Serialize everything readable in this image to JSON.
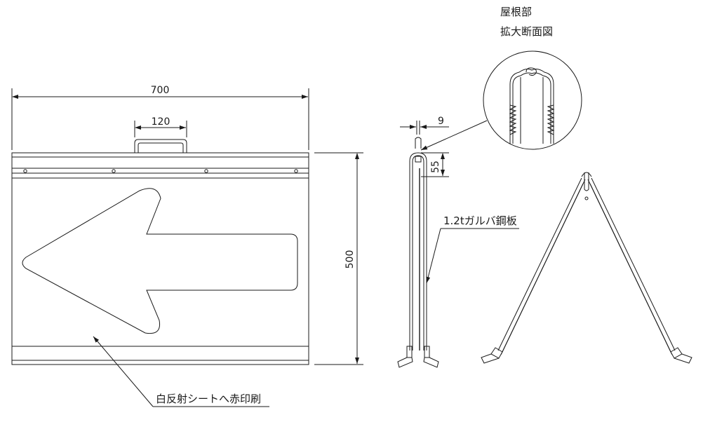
{
  "front_view": {
    "width_dim": "700",
    "handle_dim": "120",
    "height_dim": "500",
    "note": "白反射シートへ赤印刷"
  },
  "side_view": {
    "thickness_dim": "9",
    "roof_dim": "55",
    "material_note": "1.2tガルバ鋼板"
  },
  "detail_view": {
    "title_line1": "屋根部",
    "title_line2": "拡大断面図"
  }
}
